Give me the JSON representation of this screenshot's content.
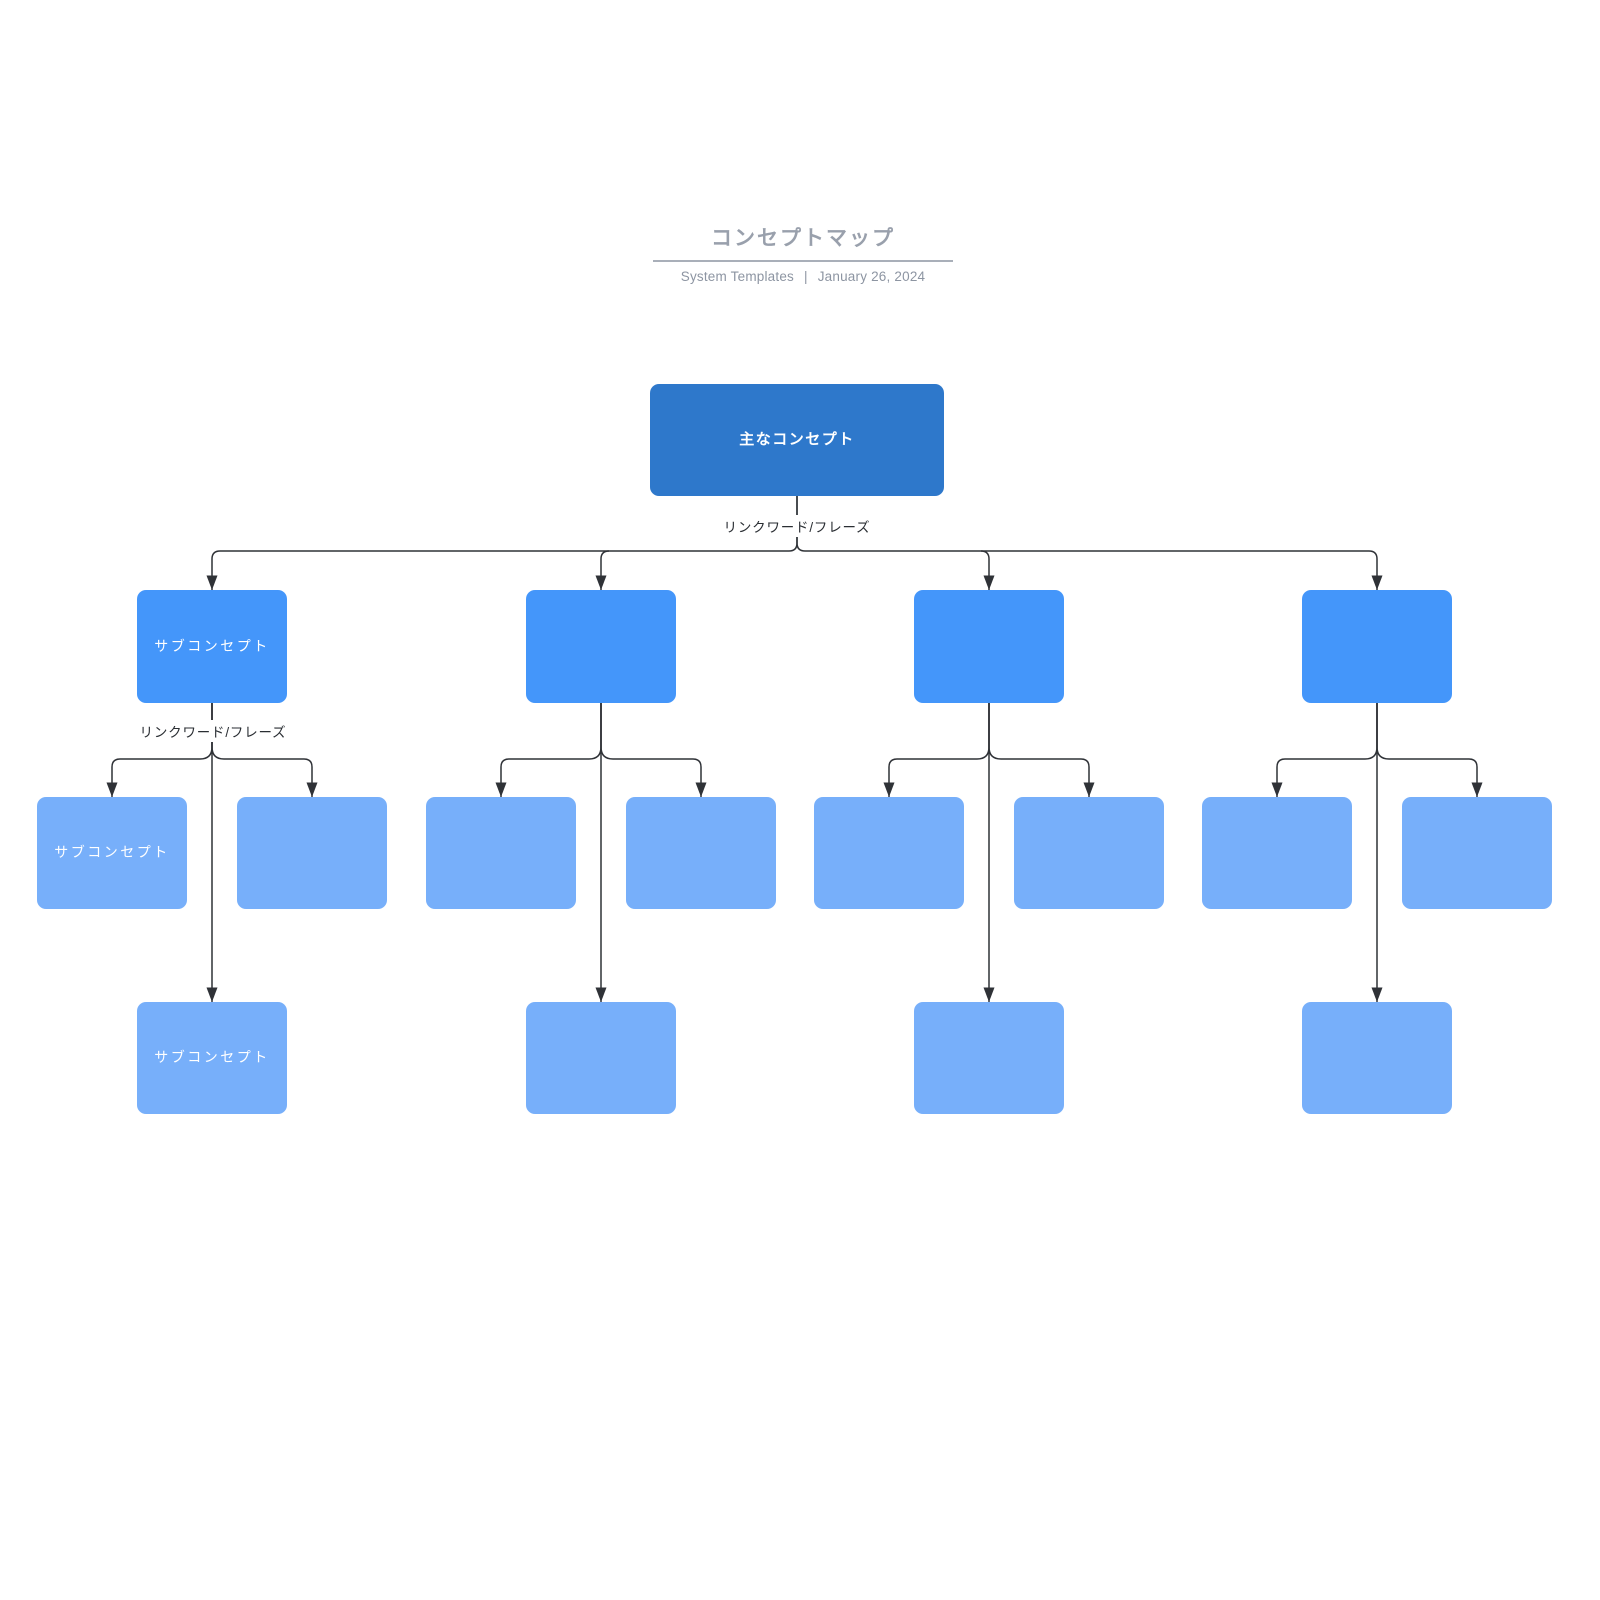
{
  "header": {
    "title": "コンセプトマップ",
    "meta_author": "System Templates",
    "meta_separator": "|",
    "meta_date": "January 26, 2024"
  },
  "diagram": {
    "main_concept": "主なコンセプト",
    "link_label_top": "リンクワード/フレーズ",
    "link_label_branch": "リンクワード/フレーズ",
    "level2": [
      "サブコンセプト",
      "",
      "",
      ""
    ],
    "level3": [
      "サブコンセプト",
      "",
      "",
      "",
      "",
      "",
      "",
      ""
    ],
    "level4": [
      "サブコンセプト",
      "",
      "",
      ""
    ]
  },
  "colors": {
    "main_box": "#2E78CB",
    "sub_box": "#4496FA",
    "leaf_box": "#77AFFA",
    "connector": "#2F3237",
    "box_text": "#FFFFFF",
    "link_label_text": "#2A2E33",
    "title_text": "#99A0AC",
    "meta_text": "#8D95A2",
    "background": "#FFFFFF"
  }
}
